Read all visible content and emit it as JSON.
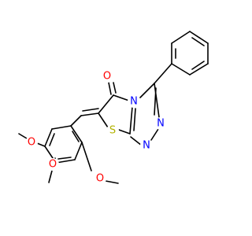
{
  "colors": {
    "bond": "#000000",
    "carbon": "#000000",
    "oxygen": "#ff0000",
    "nitrogen": "#0000ff",
    "sulfur": "#b2b200",
    "background": "#ffffff"
  },
  "atom_labels": {
    "carbonyl_o": "O",
    "n4": "N",
    "n1": "N",
    "n2": "N",
    "s1": "S",
    "ome1_o": "O",
    "ome2_o": "O",
    "ome3_o": "O"
  },
  "structure": {
    "rings": [
      "phenyl",
      "1,2,4-triazole",
      "thiazolone",
      "trimethoxybenzene"
    ],
    "double_bond_config": "Z",
    "substituent_count": 3
  }
}
